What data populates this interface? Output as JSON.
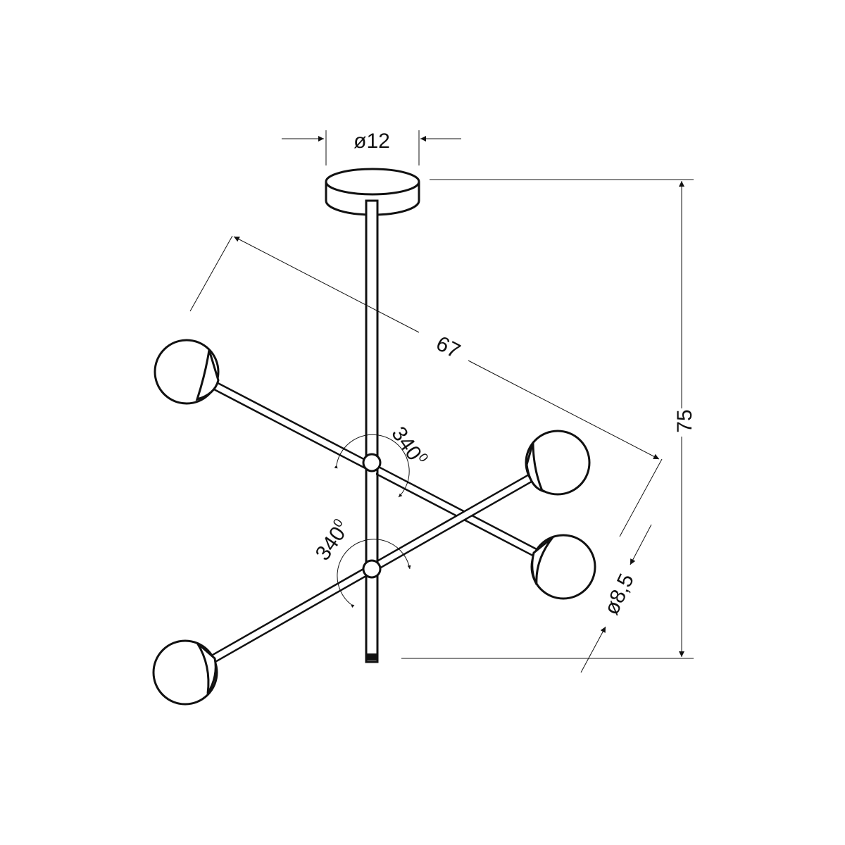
{
  "dimensions": {
    "canopy_diameter": "ø12",
    "span": "67",
    "height": "75",
    "globe_diameter": "ø8,5",
    "upper_rotation": "340",
    "lower_rotation": "340",
    "degree_mark": "0"
  },
  "colors": {
    "line": "#111111",
    "background": "#ffffff"
  }
}
